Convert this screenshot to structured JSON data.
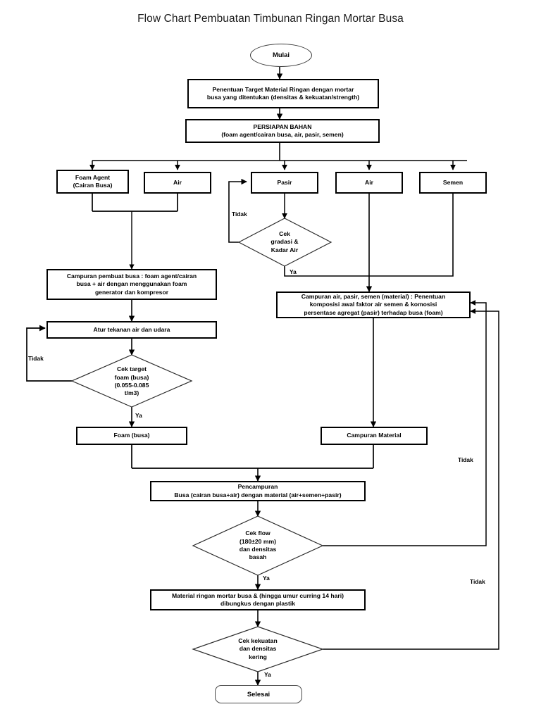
{
  "chart_data": {
    "type": "diagram",
    "diagram_type": "flowchart",
    "title": "Flow Chart Pembuatan Timbunan Ringan Mortar Busa",
    "orientation": "top-to-bottom",
    "nodes": [
      {
        "id": "mulai",
        "shape": "terminator-oval",
        "text": "Mulai"
      },
      {
        "id": "target",
        "shape": "process",
        "text": "Penentuan Target Material Ringan dengan mortar\nbusa yang ditentukan (densitas & kekuatan/strength)"
      },
      {
        "id": "persiapan",
        "shape": "process",
        "text": "PERSIAPAN BAHAN\n(foam agent/cairan busa, air, pasir, semen)"
      },
      {
        "id": "foam_agent",
        "shape": "material",
        "text": "Foam Agent\n(Cairan Busa)"
      },
      {
        "id": "air1",
        "shape": "material",
        "text": "Air"
      },
      {
        "id": "pasir",
        "shape": "material",
        "text": "Pasir"
      },
      {
        "id": "air2",
        "shape": "material",
        "text": "Air"
      },
      {
        "id": "semen",
        "shape": "material",
        "text": "Semen"
      },
      {
        "id": "cek_gradasi",
        "shape": "decision",
        "text": "Cek\ngradasi &\nKadar Air"
      },
      {
        "id": "campuran_busa",
        "shape": "process",
        "text": "Campuran pembuat busa : foam agent/cairan\nbusa + air dengan menggunakan foam\ngenerator dan kompresor"
      },
      {
        "id": "campuran_mat",
        "shape": "process",
        "text": "Campuran air, pasir, semen (material) : Penentuan\nkomposisi awal faktor air semen & komosisi\npersentase agregat (pasir) terhadap busa (foam)"
      },
      {
        "id": "atur_tekanan",
        "shape": "process",
        "text": "Atur tekanan air dan udara"
      },
      {
        "id": "cek_foam",
        "shape": "decision",
        "text": "Cek target\nfoam (busa)\n(0.055-0.085\nt/m3)"
      },
      {
        "id": "foam_busa",
        "shape": "process",
        "text": "Foam (busa)"
      },
      {
        "id": "campuran_material",
        "shape": "process",
        "text": "Campuran Material"
      },
      {
        "id": "pencampuran",
        "shape": "process",
        "text": "Pencampuran\nBusa (cairan busa+air) dengan material (air+semen+pasir)"
      },
      {
        "id": "cek_flow",
        "shape": "decision",
        "text": "Cek flow\n(180±20 mm)\ndan densitas\nbasah"
      },
      {
        "id": "material_ringan",
        "shape": "process",
        "text": "Material ringan mortar busa & (hingga umur curring 14 hari)\ndibungkus dengan plastik"
      },
      {
        "id": "cek_kekuatan",
        "shape": "decision",
        "text": "Cek kekuatan\ndan densitas\nkering"
      },
      {
        "id": "selesai",
        "shape": "terminator-round",
        "text": "Selesai"
      }
    ],
    "edge_labels": [
      {
        "id": "tidak_gradasi",
        "text": "Tidak"
      },
      {
        "id": "ya_gradasi",
        "text": "Ya"
      },
      {
        "id": "tidak_foam",
        "text": "Tidak"
      },
      {
        "id": "ya_foam",
        "text": "Ya"
      },
      {
        "id": "tidak_flow",
        "text": "Tidak"
      },
      {
        "id": "ya_flow",
        "text": "Ya"
      },
      {
        "id": "tidak_kekuatan",
        "text": "Tidak"
      },
      {
        "id": "ya_kekuatan",
        "text": "Ya"
      }
    ],
    "edges": [
      {
        "from": "mulai",
        "to": "target",
        "label": ""
      },
      {
        "from": "target",
        "to": "persiapan",
        "label": ""
      },
      {
        "from": "persiapan",
        "to": "foam_agent",
        "label": ""
      },
      {
        "from": "persiapan",
        "to": "air1",
        "label": ""
      },
      {
        "from": "persiapan",
        "to": "pasir",
        "label": ""
      },
      {
        "from": "persiapan",
        "to": "air2",
        "label": ""
      },
      {
        "from": "persiapan",
        "to": "semen",
        "label": ""
      },
      {
        "from": "pasir",
        "to": "cek_gradasi",
        "label": ""
      },
      {
        "from": "cek_gradasi",
        "to": "pasir",
        "label": "Tidak"
      },
      {
        "from": "cek_gradasi",
        "to": "campuran_mat",
        "label": "Ya"
      },
      {
        "from": "air2",
        "to": "campuran_mat",
        "label": ""
      },
      {
        "from": "semen",
        "to": "campuran_mat",
        "label": ""
      },
      {
        "from": "foam_agent",
        "to": "campuran_busa",
        "label": ""
      },
      {
        "from": "air1",
        "to": "campuran_busa",
        "label": ""
      },
      {
        "from": "campuran_busa",
        "to": "atur_tekanan",
        "label": ""
      },
      {
        "from": "atur_tekanan",
        "to": "cek_foam",
        "label": ""
      },
      {
        "from": "cek_foam",
        "to": "atur_tekanan",
        "label": "Tidak"
      },
      {
        "from": "cek_foam",
        "to": "foam_busa",
        "label": "Ya"
      },
      {
        "from": "campuran_mat",
        "to": "campuran_material",
        "label": ""
      },
      {
        "from": "foam_busa",
        "to": "pencampuran",
        "label": ""
      },
      {
        "from": "campuran_material",
        "to": "pencampuran",
        "label": ""
      },
      {
        "from": "pencampuran",
        "to": "cek_flow",
        "label": ""
      },
      {
        "from": "cek_flow",
        "to": "campuran_mat",
        "label": "Tidak"
      },
      {
        "from": "cek_flow",
        "to": "material_ringan",
        "label": "Ya"
      },
      {
        "from": "material_ringan",
        "to": "cek_kekuatan",
        "label": ""
      },
      {
        "from": "cek_kekuatan",
        "to": "campuran_mat",
        "label": "Tidak"
      },
      {
        "from": "cek_kekuatan",
        "to": "selesai",
        "label": "Ya"
      }
    ],
    "colors": {
      "background": "#ffffff",
      "stroke": "#000000",
      "text": "#000000",
      "terminator_stroke": "#3b3b3b"
    }
  }
}
